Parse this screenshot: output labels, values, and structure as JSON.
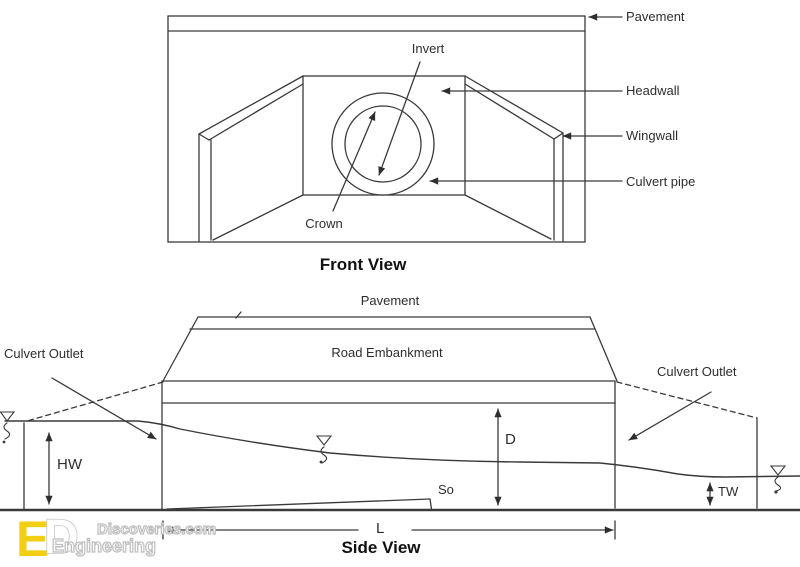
{
  "meta": {
    "background": "#ffffff",
    "line_color": "#3a3a3a",
    "text_color": "#2e2e2e",
    "accent_yellow": "#f2cf13"
  },
  "front_view": {
    "title": "Front View",
    "callouts": {
      "invert": "Invert",
      "crown": "Crown",
      "pavement": "Pavement",
      "headwall": "Headwall",
      "wingwall": "Wingwall",
      "culvert_pipe": "Culvert pipe"
    }
  },
  "side_view": {
    "title": "Side View",
    "labels": {
      "pavement": "Pavement",
      "road_embankment": "Road Embankment",
      "culvert_outlet_left": "Culvert Outlet",
      "culvert_outlet_right": "Culvert Outlet"
    },
    "dimensions": {
      "headwater": "HW",
      "culvert_depth": "D",
      "tailwater": "TW",
      "slope": "So",
      "length": "L"
    }
  },
  "watermark": {
    "logo_letter_e": "E",
    "logo_letter_d": "D",
    "line1": "Discoveries.com",
    "line2": "Engineering"
  }
}
